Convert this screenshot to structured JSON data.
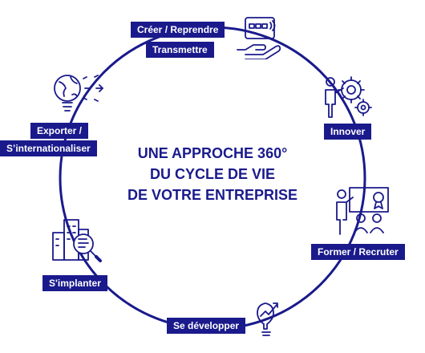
{
  "title": {
    "line1": "UNE APPROCHE 360°",
    "line2": "DU CYCLE DE VIE",
    "line3": "DE VOTRE ENTREPRISE"
  },
  "stages": {
    "creer": {
      "line1": "Créer / Reprendre",
      "line2": "Transmettre",
      "icon": "hand-holding-card-icon"
    },
    "innover": {
      "label": "Innover",
      "icon": "person-gears-icon"
    },
    "former": {
      "label": "Former / Recruter",
      "icon": "presentation-audience-icon"
    },
    "developper": {
      "label": "Se développer",
      "icon": "lightbulb-growth-icon"
    },
    "implanter": {
      "label": "S'implanter",
      "icon": "buildings-magnifier-icon"
    },
    "exporter": {
      "line1": "Exporter /",
      "line2": "S’internationaliser",
      "icon": "globe-bulb-icon"
    }
  },
  "colors": {
    "primary": "#1a1a8c",
    "text_on_primary": "#ffffff",
    "background": "#ffffff"
  }
}
